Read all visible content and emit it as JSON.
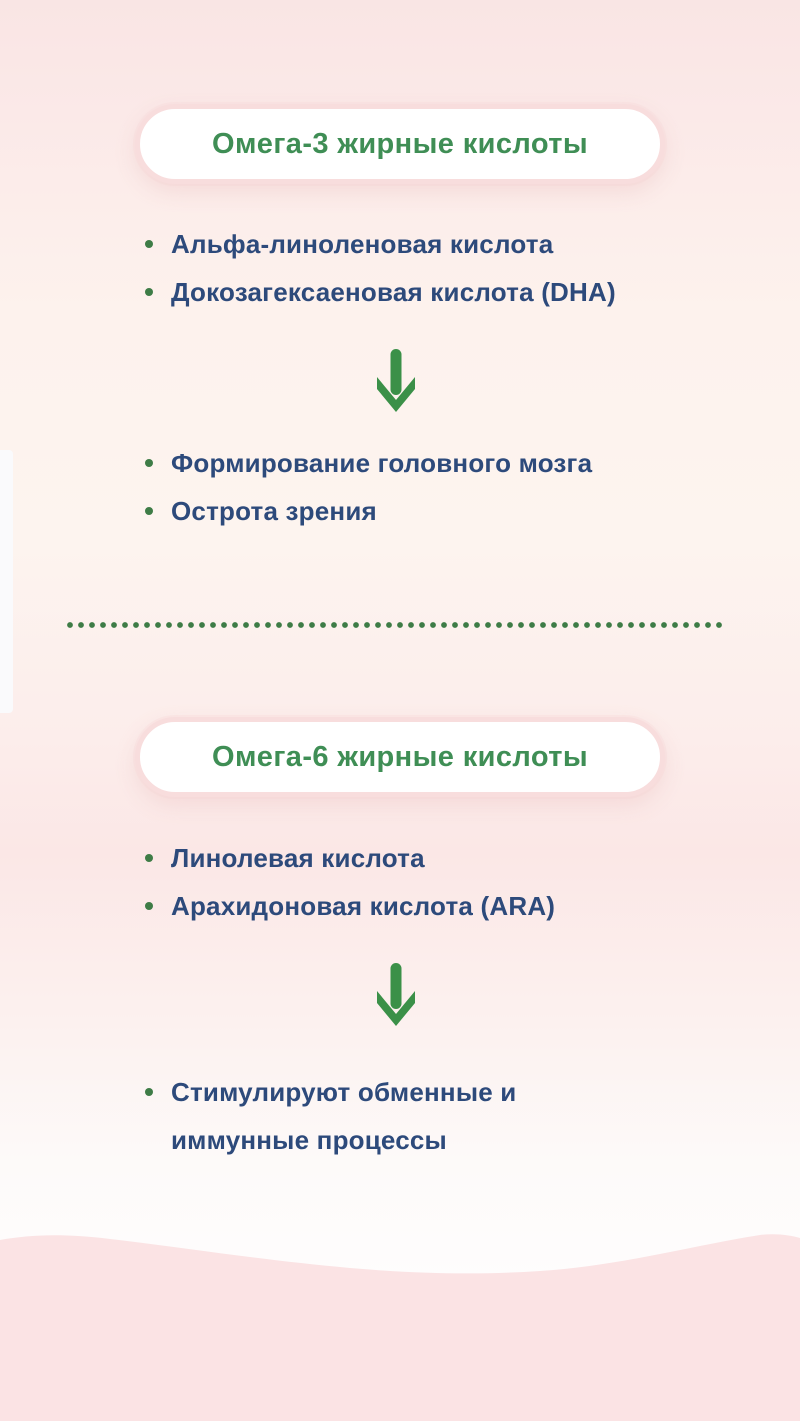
{
  "sections": [
    {
      "title": "Омега-3 жирные кислоты",
      "acids": [
        "Альфа-линоленовая кислота",
        "Докозагексаеновая кислота (DHA)"
      ],
      "effects": [
        "Формирование головного мозга",
        "Острота зрения"
      ]
    },
    {
      "title": "Омега-6 жирные кислоты",
      "acids": [
        "Линолевая кислота",
        "Арахидоновая кислота (ARA)"
      ],
      "effects": [
        "Стимулируют обменные и иммунные процессы"
      ]
    }
  ],
  "icons": {
    "down_arrow": "↓",
    "bullet_dot": "•",
    "dotted_divider": "…"
  },
  "colors": {
    "background_top_pink": "#f9e5e4",
    "background_cream": "#fdf4ef",
    "background_bottom_white": "#fefefe",
    "wave_pink": "#fbe3e4",
    "pill_fill": "#ffffff",
    "pill_border_pink": "#f8dddd",
    "title_green": "#3f8e55",
    "arrow_green": "#3b9048",
    "bullet_dot_green": "#3e7c46",
    "body_text_navy": "#2d4a7b"
  }
}
